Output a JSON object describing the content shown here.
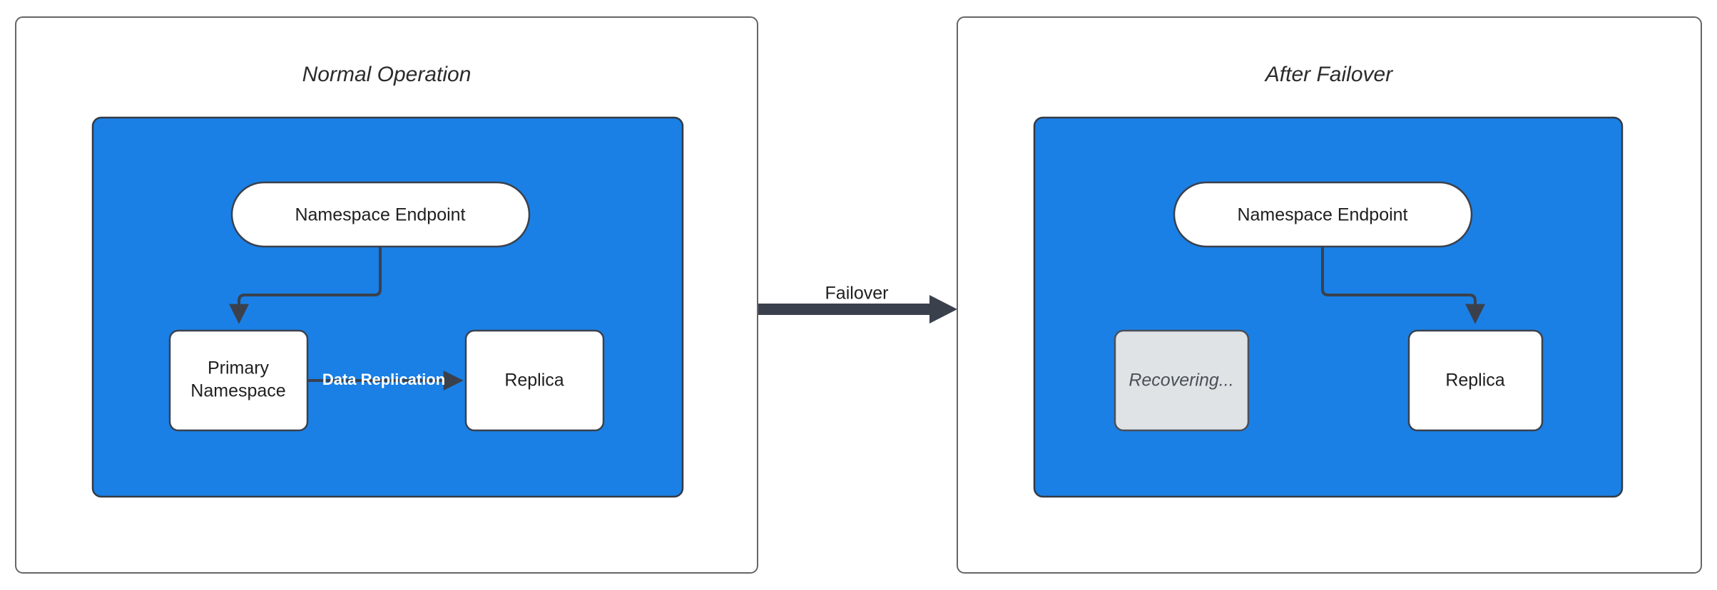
{
  "diagram": {
    "type": "flowchart",
    "title": "Namespace Failover Diagram",
    "colors": {
      "cluster_fill": "#1a80e5",
      "node_fill": "#ffffff",
      "node_muted_fill": "#e0e3e6",
      "edge_stroke": "#3a414d",
      "panel_border": "#666666",
      "edge_label_text": "#ffffff",
      "canvas": "#ffffff"
    },
    "panels": [
      {
        "id": "normal-operation",
        "title": "Normal Operation",
        "cluster": {
          "id": "cluster-normal",
          "fill": "#1a80e5"
        },
        "nodes": [
          {
            "id": "endpoint-left",
            "label": "Namespace Endpoint",
            "shape": "stadium",
            "style": "white"
          },
          {
            "id": "primary-left",
            "label": "Primary\nNamespace",
            "label_lines": [
              "Primary",
              "Namespace"
            ],
            "shape": "rounded-rect",
            "style": "white"
          },
          {
            "id": "replica-left",
            "label": "Replica",
            "shape": "rounded-rect",
            "style": "white"
          }
        ],
        "edges": [
          {
            "id": "edge-endpoint-to-primary",
            "from": "endpoint-left",
            "to": "primary-left",
            "label": "",
            "arrow": true,
            "routing": "elbow"
          },
          {
            "id": "edge-primary-to-replica",
            "from": "primary-left",
            "to": "replica-left",
            "label": "Data Replication",
            "arrow": true,
            "routing": "straight"
          }
        ]
      },
      {
        "id": "after-failover",
        "title": "After Failover",
        "cluster": {
          "id": "cluster-failover",
          "fill": "#1a80e5"
        },
        "nodes": [
          {
            "id": "endpoint-right",
            "label": "Namespace Endpoint",
            "shape": "stadium",
            "style": "white"
          },
          {
            "id": "recovering-right",
            "label": "Recovering...",
            "shape": "rounded-rect",
            "style": "muted-italic"
          },
          {
            "id": "replica-right",
            "label": "Replica",
            "shape": "rounded-rect",
            "style": "white"
          }
        ],
        "edges": [
          {
            "id": "edge-endpoint-to-replica",
            "from": "endpoint-right",
            "to": "replica-right",
            "label": "",
            "arrow": true,
            "routing": "elbow"
          }
        ]
      }
    ],
    "transition": {
      "id": "failover-transition",
      "label": "Failover",
      "from_panel": "normal-operation",
      "to_panel": "after-failover",
      "arrow": true
    }
  }
}
